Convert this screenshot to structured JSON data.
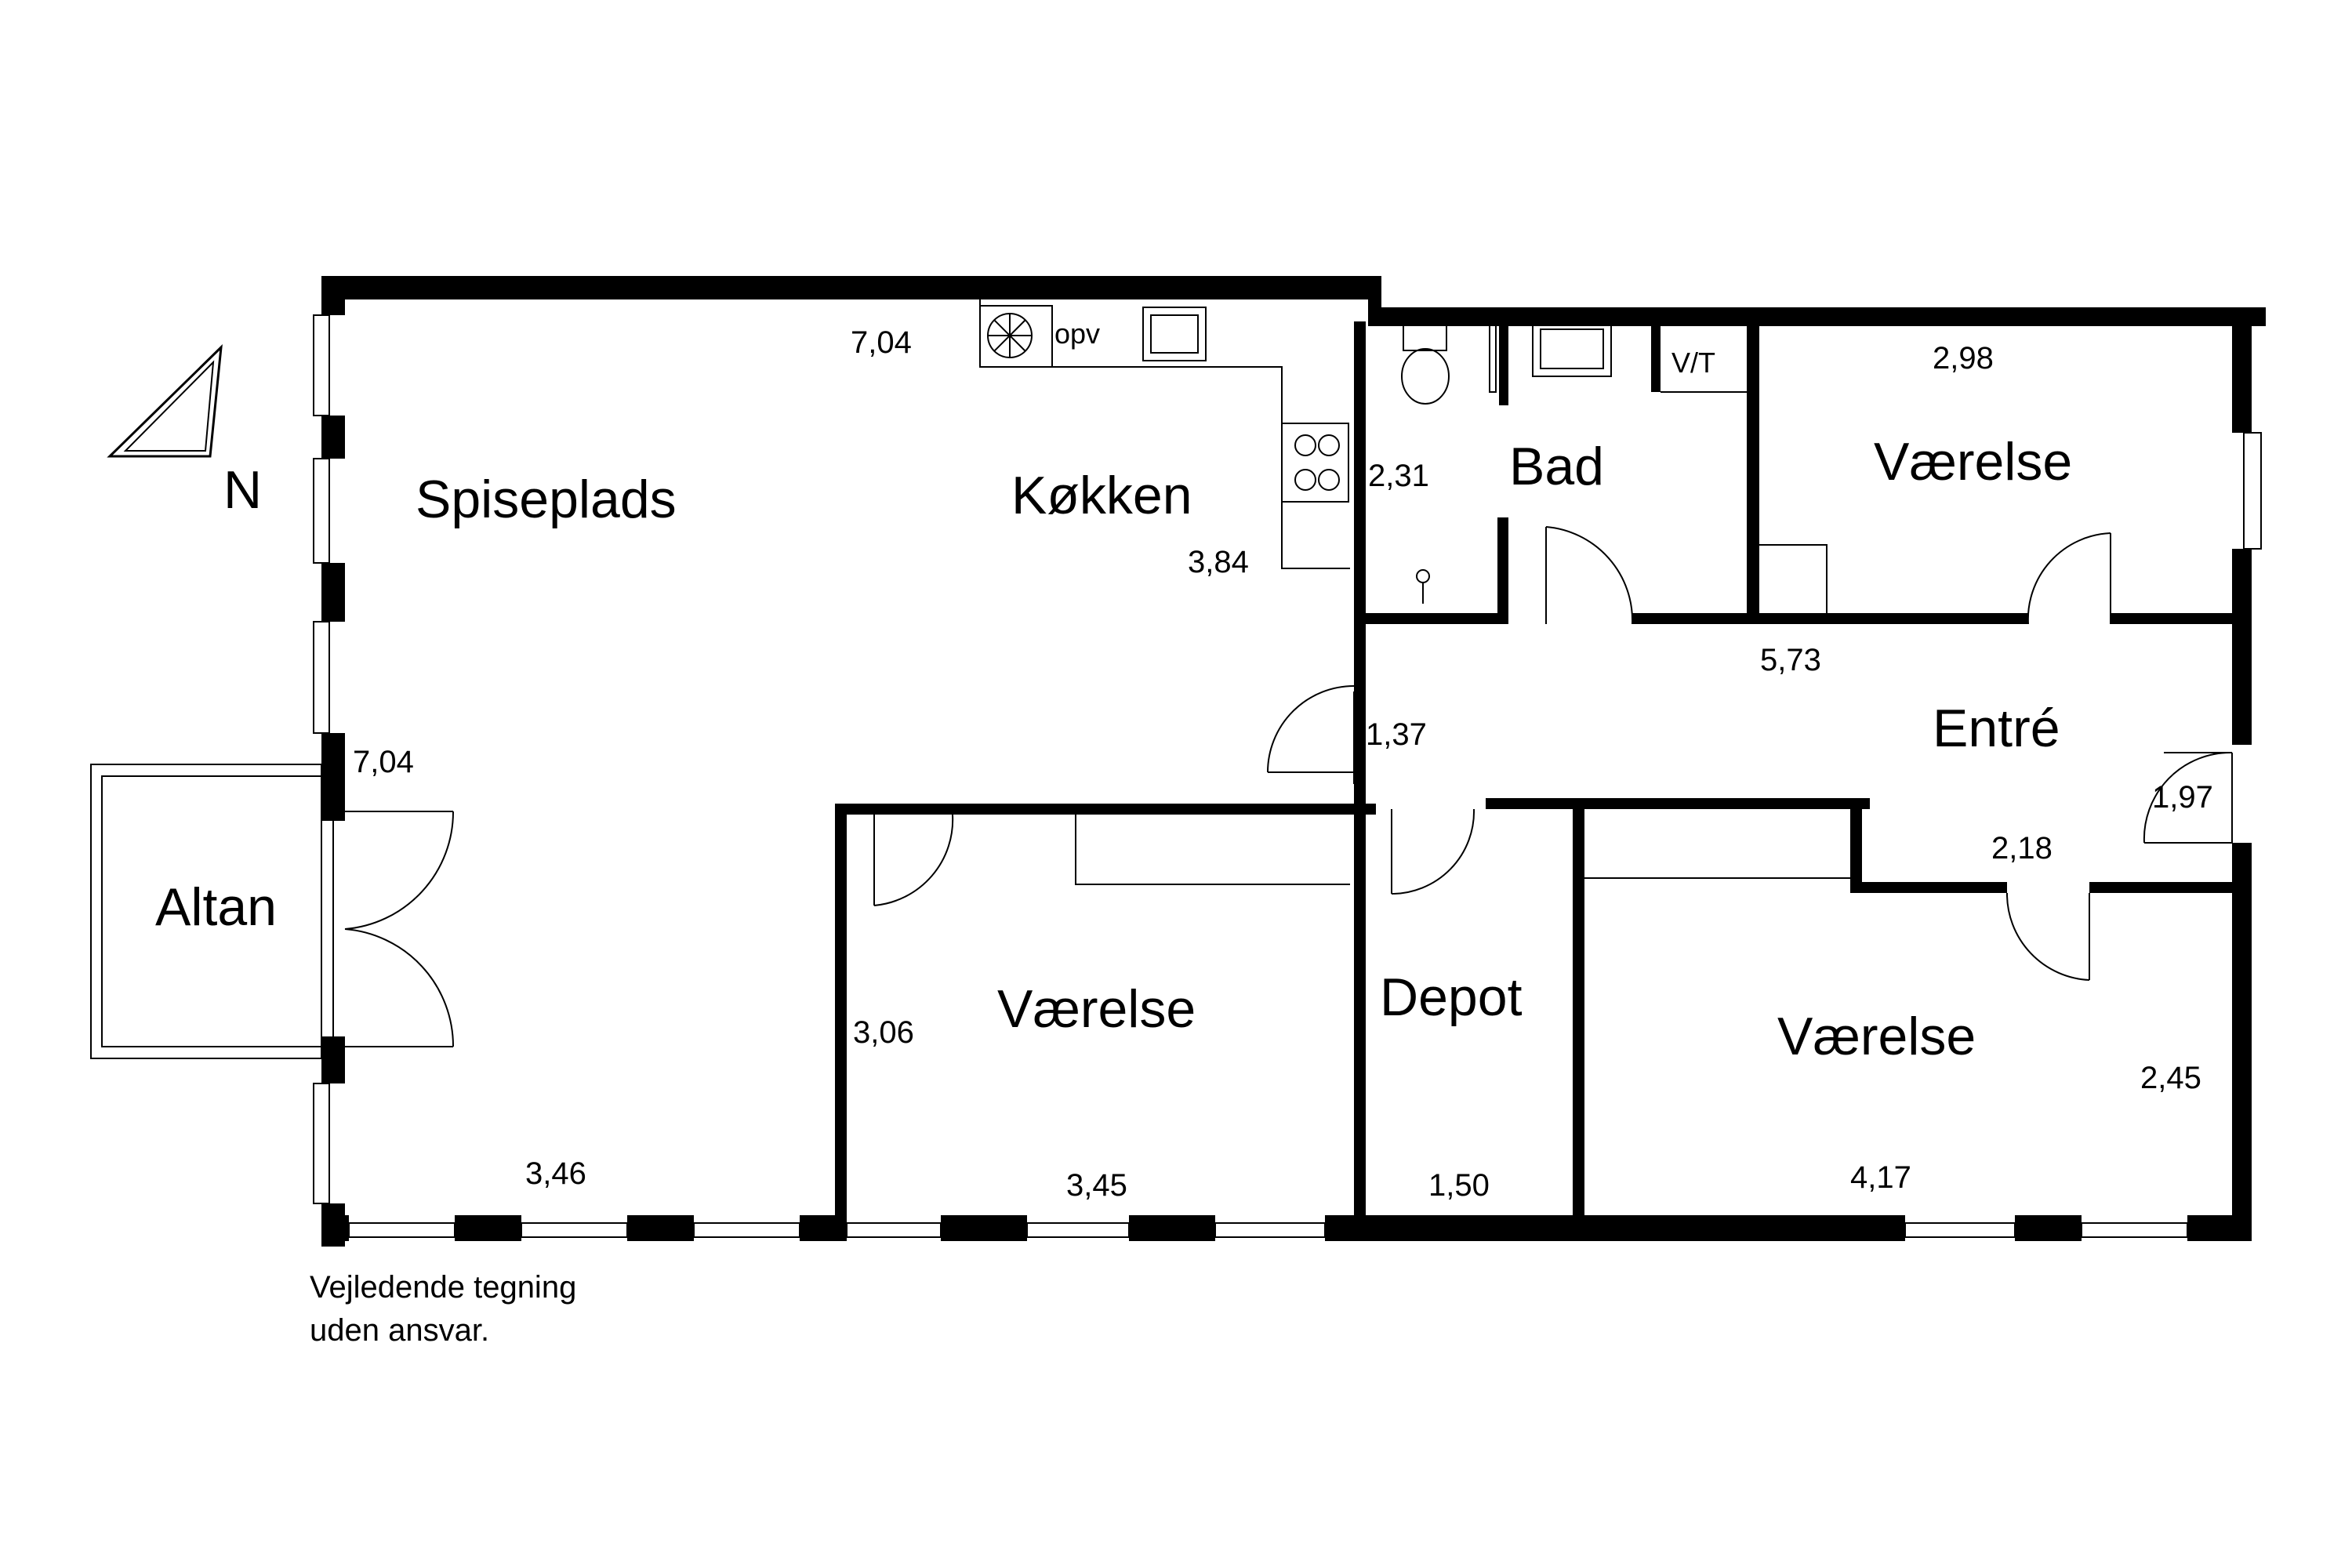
{
  "rooms": {
    "spiseplads": "Spiseplads",
    "kokken": "Køkken",
    "bad": "Bad",
    "vaerelse_ne": "Værelse",
    "entre": "Entré",
    "altan": "Altan",
    "vaerelse_mid": "Værelse",
    "depot": "Depot",
    "vaerelse_se": "Værelse"
  },
  "labels": {
    "vt": "V/T",
    "opv": "opv",
    "north": "N"
  },
  "dimensions": {
    "kitchen_top": "7,04",
    "kitchen_side": "3,84",
    "living_left": "7,04",
    "living_bottom": "3,46",
    "bath_side": "2,31",
    "room_ne_top": "2,98",
    "hall_top": "5,73",
    "hall_left": "1,37",
    "hall_right": "1,97",
    "hall_mid": "2,18",
    "room_mid_side": "3,06",
    "room_mid_bottom": "3,45",
    "depot_bottom": "1,50",
    "room_se_side": "2,45",
    "room_se_bottom": "4,17"
  },
  "note": {
    "line1": "Vejledende tegning",
    "line2": "uden ansvar."
  }
}
